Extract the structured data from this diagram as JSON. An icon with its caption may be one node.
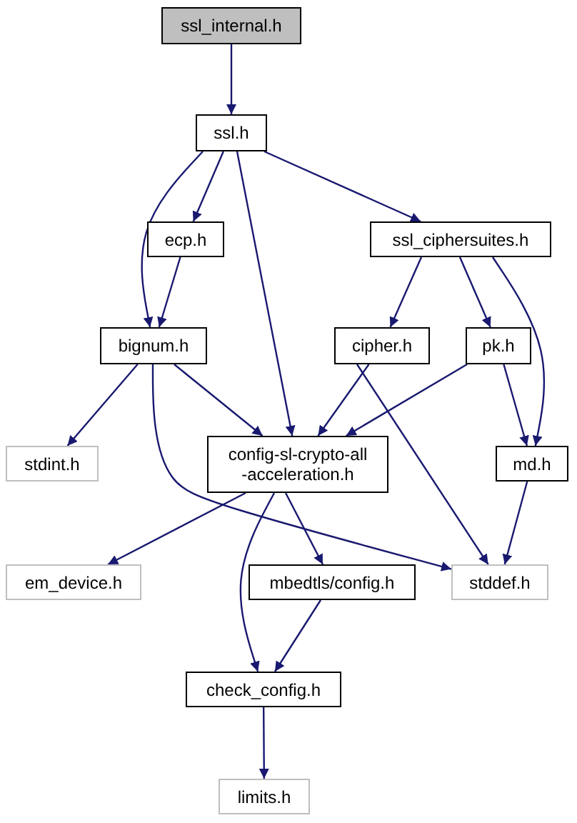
{
  "diagram": {
    "nodes": [
      {
        "text": [
          "ssl_internal.h"
        ]
      },
      {
        "text": [
          "ssl.h"
        ]
      },
      {
        "text": [
          "ecp.h"
        ]
      },
      {
        "text": [
          "ssl_ciphersuites.h"
        ]
      },
      {
        "text": [
          "bignum.h"
        ]
      },
      {
        "text": [
          "cipher.h"
        ]
      },
      {
        "text": [
          "pk.h"
        ]
      },
      {
        "text": [
          "stdint.h"
        ]
      },
      {
        "text": [
          "config-sl-crypto-all -acceleration.h"
        ]
      },
      {
        "text": [
          "md.h"
        ]
      },
      {
        "text": [
          "em_device.h"
        ]
      },
      {
        "text": [
          "mbedtls/config.h"
        ]
      },
      {
        "text": [
          "stddef.h"
        ]
      },
      {
        "text": [
          "check_config.h"
        ]
      },
      {
        "text": [
          "limits.h"
        ]
      }
    ],
    "edges": [
      {
        "from": 0,
        "to": 1,
        "arrow": "to"
      },
      {
        "from": 1,
        "to": 4,
        "arrow": "to"
      },
      {
        "from": 1,
        "to": 2,
        "arrow": "to"
      },
      {
        "from": 1,
        "to": 8,
        "arrow": "to"
      },
      {
        "from": 1,
        "to": 3,
        "arrow": "to"
      },
      {
        "from": 2,
        "to": 4,
        "arrow": "to"
      },
      {
        "from": 3,
        "to": 5,
        "arrow": "to"
      },
      {
        "from": 3,
        "to": 6,
        "arrow": "to"
      },
      {
        "from": 3,
        "to": 9,
        "arrow": "to"
      },
      {
        "from": 4,
        "to": 7,
        "arrow": "to"
      },
      {
        "from": 4,
        "to": 8,
        "arrow": "to"
      },
      {
        "from": 4,
        "to": 12,
        "arrow": "to"
      },
      {
        "from": 5,
        "to": 8,
        "arrow": "to"
      },
      {
        "from": 5,
        "to": 12,
        "arrow": "to"
      },
      {
        "from": 6,
        "to": 8,
        "arrow": "to"
      },
      {
        "from": 6,
        "to": 9,
        "arrow": "to"
      },
      {
        "from": 8,
        "to": 10,
        "arrow": "to"
      },
      {
        "from": 8,
        "to": 11,
        "arrow": "to"
      },
      {
        "from": 8,
        "to": 13,
        "arrow": "to"
      },
      {
        "from": 9,
        "to": 12,
        "arrow": "to"
      },
      {
        "from": 11,
        "to": 13,
        "arrow": "to"
      },
      {
        "from": 13,
        "to": 14,
        "arrow": "to"
      }
    ]
  }
}
